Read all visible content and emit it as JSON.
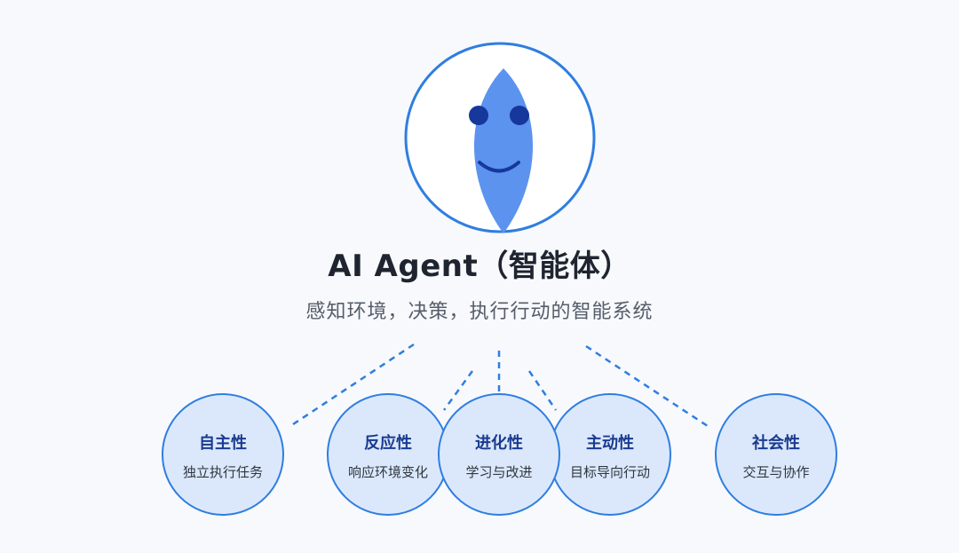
{
  "header": {
    "title": "AI Agent（智能体）",
    "subtitle": "感知环境，决策，执行行动的智能系统"
  },
  "colors": {
    "background": "#f7f9fc",
    "accent": "#2f7ee0",
    "avatar_fill": "#5b93ee",
    "node_fill": "#dbe8fc",
    "node_title": "#1a3b8f"
  },
  "icons": {
    "mascot": "leaf-shaped-smiling-face"
  },
  "traits": [
    {
      "id": "autonomy",
      "title": "自主性",
      "desc": "独立执行任务"
    },
    {
      "id": "reactivity",
      "title": "反应性",
      "desc": "响应环境变化"
    },
    {
      "id": "evolution",
      "title": "进化性",
      "desc": "学习与改进"
    },
    {
      "id": "proactivity",
      "title": "主动性",
      "desc": "目标导向行动"
    },
    {
      "id": "sociality",
      "title": "社会性",
      "desc": "交互与协作"
    }
  ]
}
